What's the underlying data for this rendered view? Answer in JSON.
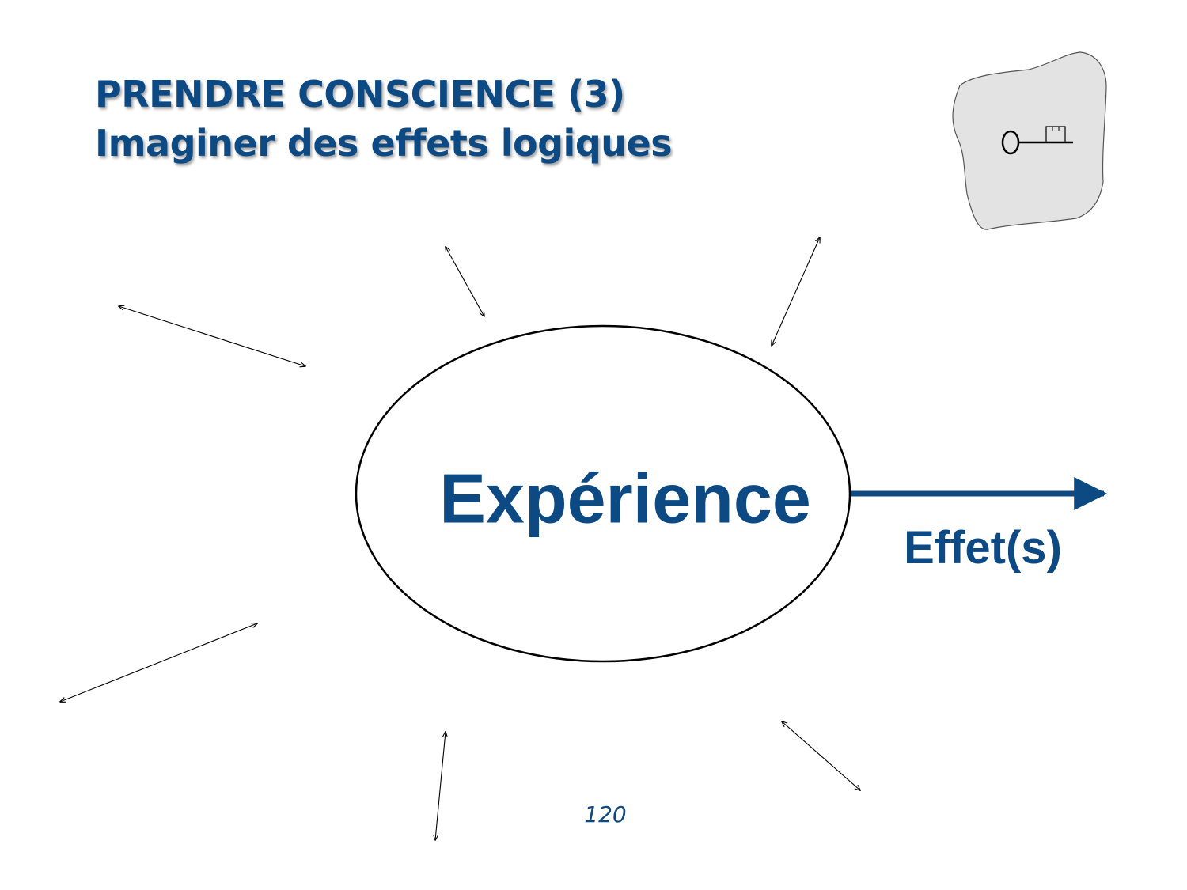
{
  "header": {
    "title_line1": "PRENDRE CONSCIENCE (3)",
    "title_line2": "Imaginer des effets logiques"
  },
  "diagram": {
    "center_label": "Expérience",
    "effect_label": "Effet(s)",
    "arrow_count": 7
  },
  "footer": {
    "page_number": "120"
  },
  "icons": {
    "corner": "key-icon"
  },
  "colors": {
    "accent": "#0d4a84",
    "card": "#e3e3e3",
    "line": "#000000"
  }
}
